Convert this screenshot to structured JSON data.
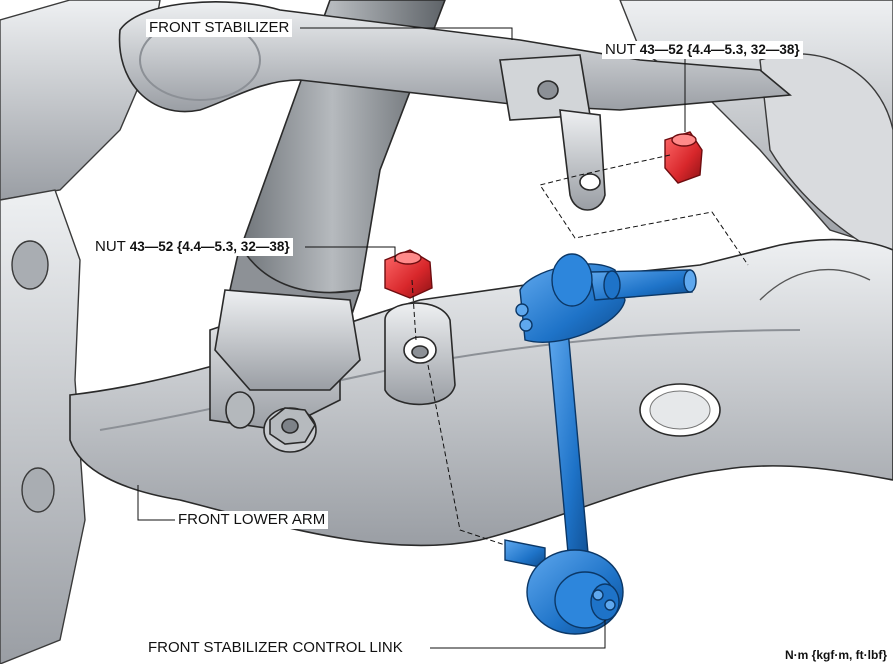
{
  "labels": {
    "front_stabilizer": "FRONT STABILIZER",
    "nut_upper": {
      "name": "NUT",
      "torque": "43—52 {4.4—5.3, 32—38}"
    },
    "nut_lower": {
      "name": "NUT",
      "torque": "43—52 {4.4—5.3, 32—38}"
    },
    "front_lower_arm": "FRONT LOWER ARM",
    "control_link": "FRONT STABILIZER CONTROL LINK"
  },
  "units": "N·m {kgf·m, ft·lbf}",
  "colors": {
    "nut": "#d8272b",
    "control_link": "#1e73c8",
    "metal": "#c9ccd0",
    "outline": "#2a2a2a"
  }
}
